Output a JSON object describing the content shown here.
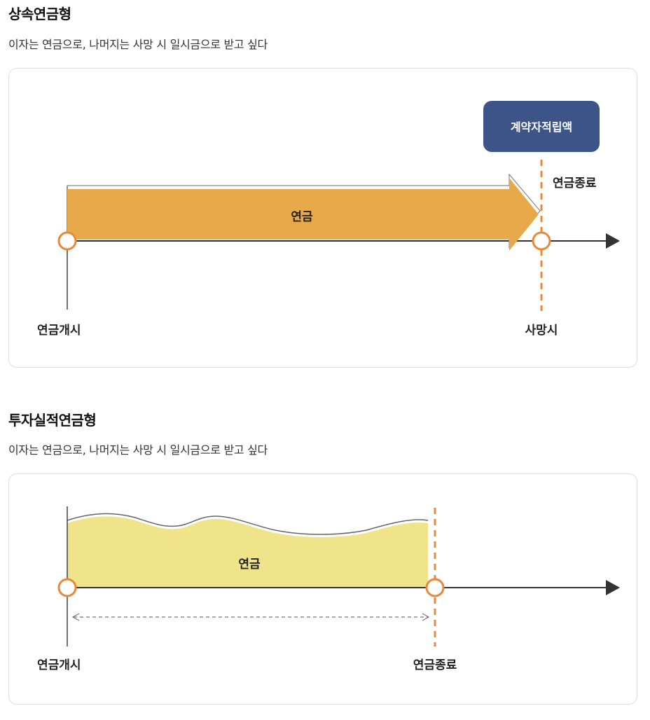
{
  "sections": [
    {
      "title": "상속연금형",
      "description": "이자는 연금으로, 나머지는 사망 시 일시금으로 받고 싶다",
      "diagram": {
        "badge": "계약자적립액",
        "arrow_label": "연금",
        "end_label": "연금종료",
        "start_label": "연금개시",
        "event_label": "사망시"
      }
    },
    {
      "title": "투자실적연금형",
      "description": "이자는 연금으로, 나머지는 사망 시 일시금으로 받고 싶다",
      "diagram": {
        "area_label": "연금",
        "start_label": "연금개시",
        "end_label": "연금종료"
      }
    }
  ],
  "colors": {
    "arrow_fill": "#e8a94a",
    "area_fill": "#f0e48a",
    "badge_fill": "#3c5488",
    "marker_orange": "#e8893a",
    "axis": "#333333"
  },
  "icons": [
    "axis-arrowhead",
    "circle-marker",
    "dashed-vertical-line",
    "double-headed-dashed-arrow"
  ]
}
